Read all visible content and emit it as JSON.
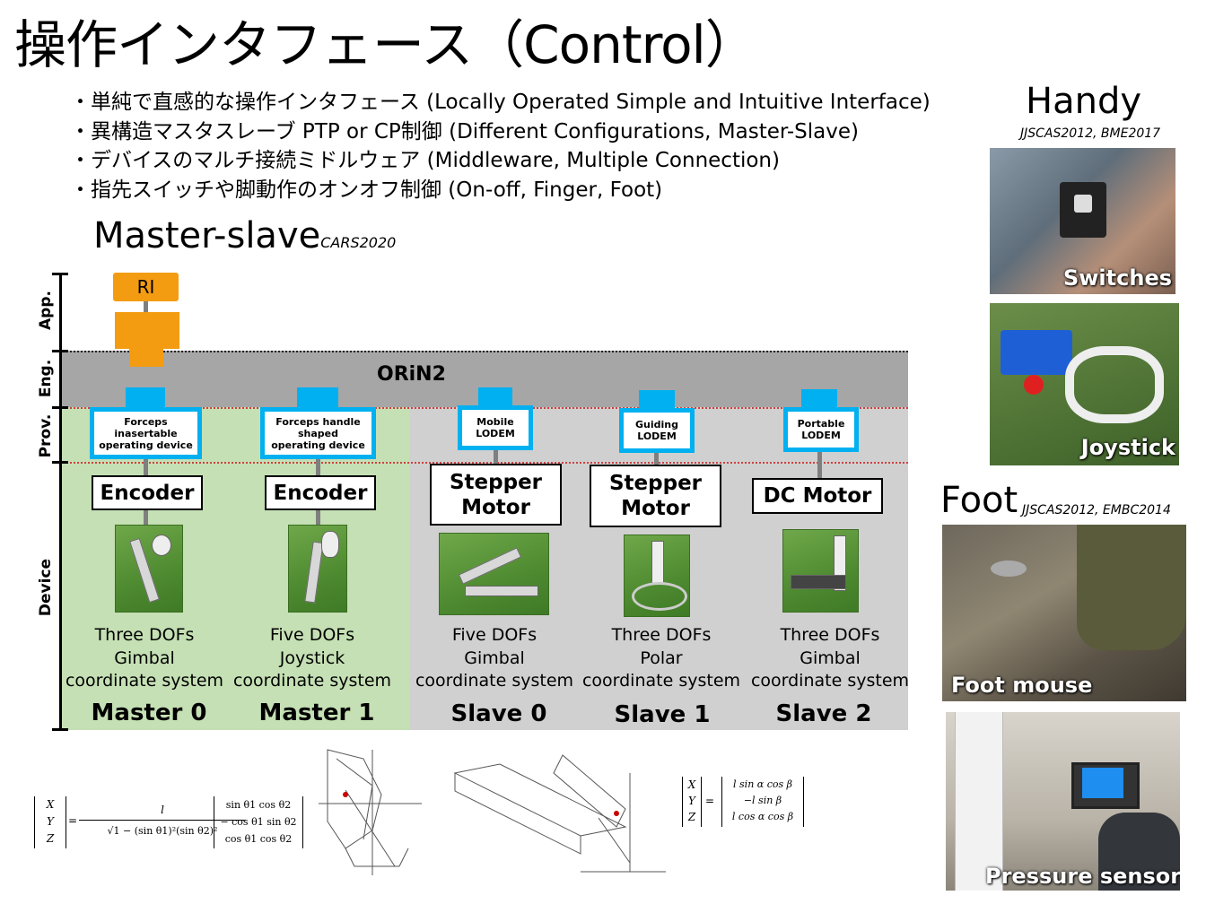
{
  "title": "操作インタフェース（Control）",
  "bullets": [
    "・単純で直感的な操作インタフェース (Locally Operated Simple and Intuitive Interface)",
    "・異構造マスタスレーブ PTP or CP制御 (Different Configurations, Master-Slave)",
    "・デバイスのマルチ接続ミドルウェア (Middleware, Multiple Connection)",
    "・指先スイッチや脚動作のオンオフ制御 (On-off, Finger, Foot)"
  ],
  "master_slave": {
    "label": "Master-slave",
    "ref": "CARS2020"
  },
  "layers": {
    "app": "App.",
    "eng": "Eng.",
    "prov": "Prov.",
    "device": "Device"
  },
  "app_box": "RI",
  "engine": "ORiN2",
  "columns": [
    {
      "provider": [
        "Forceps",
        "inasertable",
        "operating device"
      ],
      "device": [
        "Encoder"
      ],
      "desc": [
        "Three DOFs",
        "Gimbal",
        "coordinate system"
      ],
      "name": "Master 0"
    },
    {
      "provider": [
        "Forceps handle",
        "shaped",
        "operating device"
      ],
      "device": [
        "Encoder"
      ],
      "desc": [
        "Five DOFs",
        "Joystick",
        "coordinate system"
      ],
      "name": "Master 1"
    },
    {
      "provider": [
        "Mobile",
        "LODEM"
      ],
      "device": [
        "Stepper",
        "Motor"
      ],
      "desc": [
        "Five DOFs",
        "Gimbal",
        "coordinate system"
      ],
      "name": "Slave 0"
    },
    {
      "provider": [
        "Guiding",
        "LODEM"
      ],
      "device": [
        "Stepper",
        "Motor"
      ],
      "desc": [
        "Three DOFs",
        "Polar",
        "coordinate system"
      ],
      "name": "Slave 1"
    },
    {
      "provider": [
        "Portable",
        "LODEM"
      ],
      "device": [
        "DC Motor"
      ],
      "desc": [
        "Three DOFs",
        "Gimbal",
        "coordinate system"
      ],
      "name": "Slave 2"
    }
  ],
  "handy": {
    "title": "Handy",
    "ref": "JJSCAS2012, BME2017",
    "captions": [
      "Switches",
      "Joystick"
    ]
  },
  "foot": {
    "title": "Foot",
    "ref": "JJSCAS2012, EMBC2014",
    "captions": [
      "Foot mouse",
      "Pressure sensor"
    ]
  },
  "formulas": {
    "master_lhs": [
      "X",
      "Y",
      "Z"
    ],
    "master_num": "l",
    "master_den": "√1 − (sin θ1)²(sin θ2)²",
    "master_rhs": [
      "sin θ1 cos θ2",
      "− cos θ1 sin θ2",
      "cos θ1 cos θ2"
    ],
    "slave_lhs": [
      "X",
      "Y",
      "Z"
    ],
    "slave_rhs": [
      "l sin α cos β",
      "−l sin β",
      "l cos α cos β"
    ]
  },
  "colors": {
    "accent": "#00b0f0",
    "green_band": "#c5e0b4",
    "gray_band": "#d0d0d0",
    "eng_band": "#a6a6a6",
    "app": "#f39c12"
  }
}
